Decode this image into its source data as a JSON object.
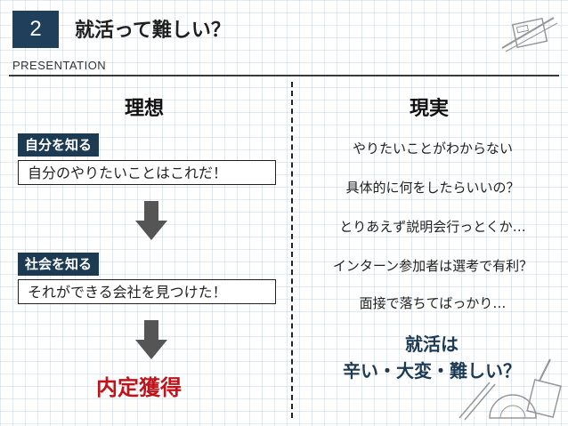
{
  "slide": {
    "number": "2",
    "title": "就活って難しい？",
    "subtitle": "PRESENTATION"
  },
  "ideal": {
    "heading": "理想",
    "step1_label": "自分を知る",
    "step1_text": "自分のやりたいことはこれだ！",
    "step2_label": "社会を知る",
    "step2_text": "それができる会社を見つけた！",
    "result": "内定獲得"
  },
  "reality": {
    "heading": "現実",
    "items": [
      "やりたいことがわからない",
      "具体的に何をしたらいいの？",
      "とりあえず説明会行っとくか…",
      "インターン参加者は選考で有利？",
      "面接で落ちてばっかり…"
    ],
    "conclusion_line1": "就活は",
    "conclusion_line2": "辛い・大変・難しい？"
  },
  "colors": {
    "navy": "#1c3a52",
    "accent_red": "#c0141b",
    "arrow_gray": "#555555"
  },
  "icons": [
    "stationery-top-right-icon",
    "stationery-bottom-right-icon",
    "down-arrow-icon"
  ]
}
